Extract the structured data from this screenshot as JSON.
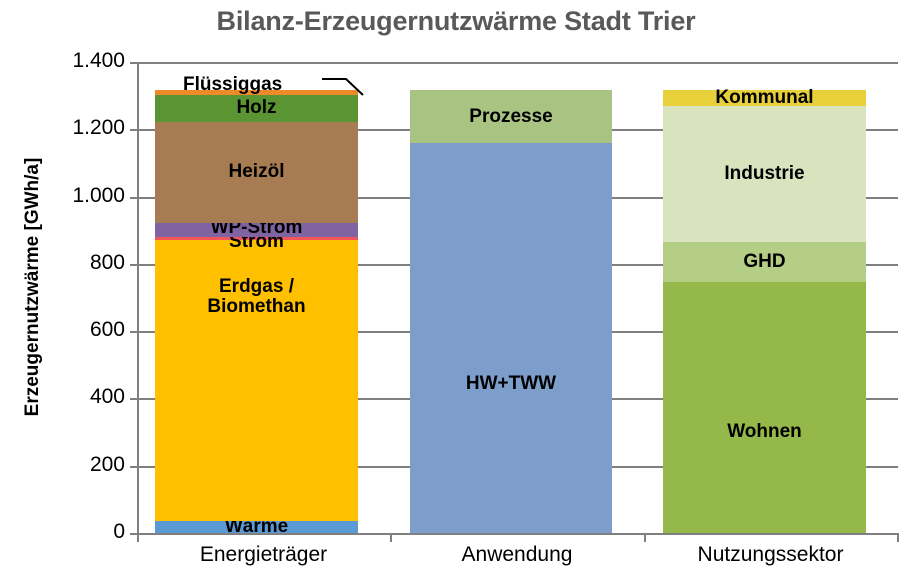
{
  "chart_data": {
    "type": "bar",
    "title": "Bilanz-Erzeugernutzwärme Stadt Trier",
    "xlabel": "",
    "ylabel": "Erzeugernutzwärme [GWh/a]",
    "ylim": [
      0,
      1400
    ],
    "yticks": [
      0,
      200,
      400,
      600,
      800,
      1000,
      1200,
      1400
    ],
    "ytick_labels": [
      "0",
      "200",
      "400",
      "600",
      "800",
      "1.000",
      "1.200",
      "1.400"
    ],
    "categories": [
      "Energieträger",
      "Anwendung",
      "Nutzungssektor"
    ],
    "grid": true,
    "legend": "none (in-bar data labels)",
    "stacked": true,
    "columns": [
      {
        "name": "Energieträger",
        "total": 1317,
        "segments": [
          {
            "label": "Wärme",
            "value": 35,
            "color": "#5B9BD5"
          },
          {
            "label": "Erdgas / Biomethan",
            "value": 835,
            "color": "#FFC000"
          },
          {
            "label": "Strom",
            "value": 10,
            "color": "#F1565B"
          },
          {
            "label": "WP-Strom",
            "value": 42,
            "color": "#8064A2"
          },
          {
            "label": "Heizöl",
            "value": 300,
            "color": "#A87C52"
          },
          {
            "label": "Holz",
            "value": 80,
            "color": "#5B9533"
          },
          {
            "label": "Flüssiggas",
            "value": 15,
            "color": "#ED8B2B"
          }
        ]
      },
      {
        "name": "Anwendung",
        "total": 1317,
        "segments": [
          {
            "label": "HW+TWW",
            "value": 1159,
            "color": "#7D9DCB"
          },
          {
            "label": "Prozesse",
            "value": 158,
            "color": "#A9C383"
          }
        ]
      },
      {
        "name": "Nutzungssektor",
        "total": 1317,
        "segments": [
          {
            "label": "Wohnen",
            "value": 747,
            "color": "#95B84B"
          },
          {
            "label": "GHD",
            "value": 118,
            "color": "#B4CE86"
          },
          {
            "label": "Industrie",
            "value": 405,
            "color": "#D9E3BE"
          },
          {
            "label": "Kommunal",
            "value": 47,
            "color": "#E8D03A"
          }
        ]
      }
    ],
    "callout": {
      "label": "Flüssiggas",
      "points_to": "Flüssiggas segment at top of Energieträger bar"
    }
  },
  "colors": {
    "title": "#595959",
    "grid": "#808080",
    "axis": "#808080",
    "text": "#000000",
    "background": "#FFFFFF"
  }
}
